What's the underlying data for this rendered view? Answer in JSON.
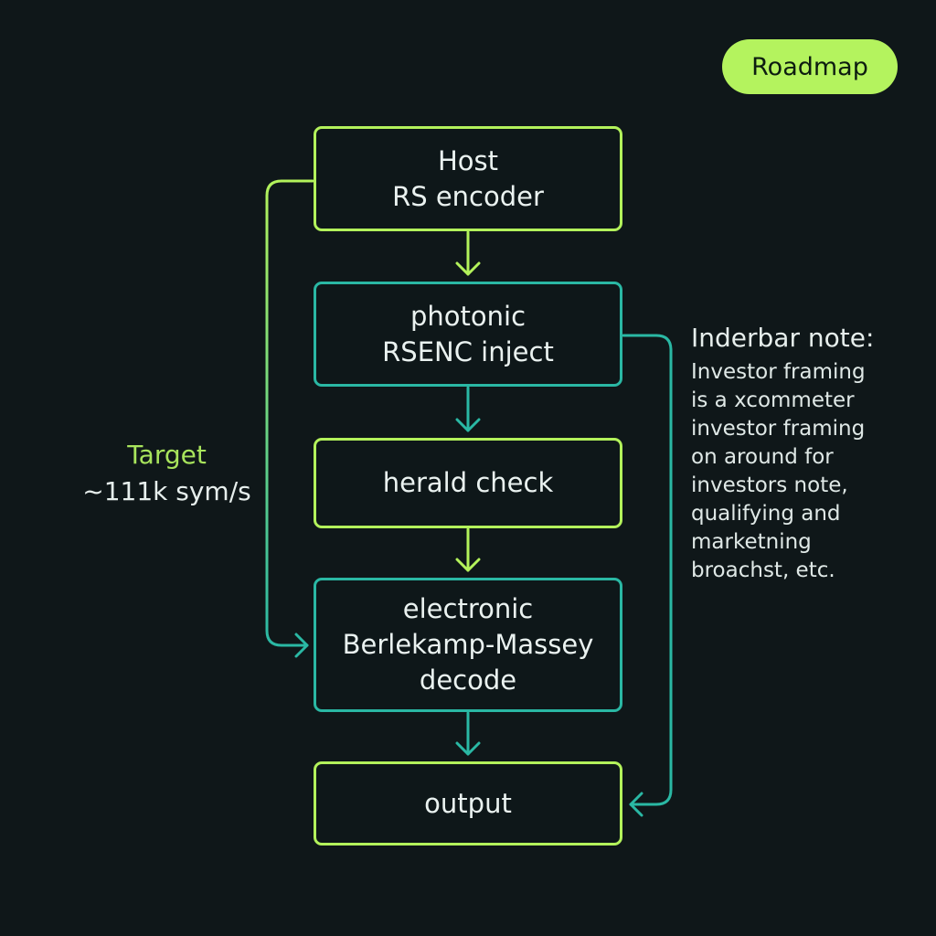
{
  "badge": {
    "label": "Roadmap"
  },
  "nodes": [
    {
      "lines": [
        "Host",
        "RS encoder"
      ]
    },
    {
      "lines": [
        "photonic",
        "RSENC inject"
      ]
    },
    {
      "lines": [
        "herald check"
      ]
    },
    {
      "lines": [
        "electronic",
        "Berlekamp-Massey",
        "decode"
      ]
    },
    {
      "lines": [
        "output"
      ]
    }
  ],
  "target": {
    "label": "Target",
    "value": "~111k sym/s"
  },
  "note": {
    "heading": "Inderbar note:",
    "lines": [
      "Investor framing",
      "is a xcommeter",
      "investor framing",
      "on around for",
      "investors note,",
      "qualifying and",
      "marketning",
      "broachst, etc."
    ]
  },
  "colors": {
    "background": "#0f1719",
    "lime": "#b3f25b",
    "teal": "#2ab8a4",
    "badge_fill": "#b4f35e"
  }
}
